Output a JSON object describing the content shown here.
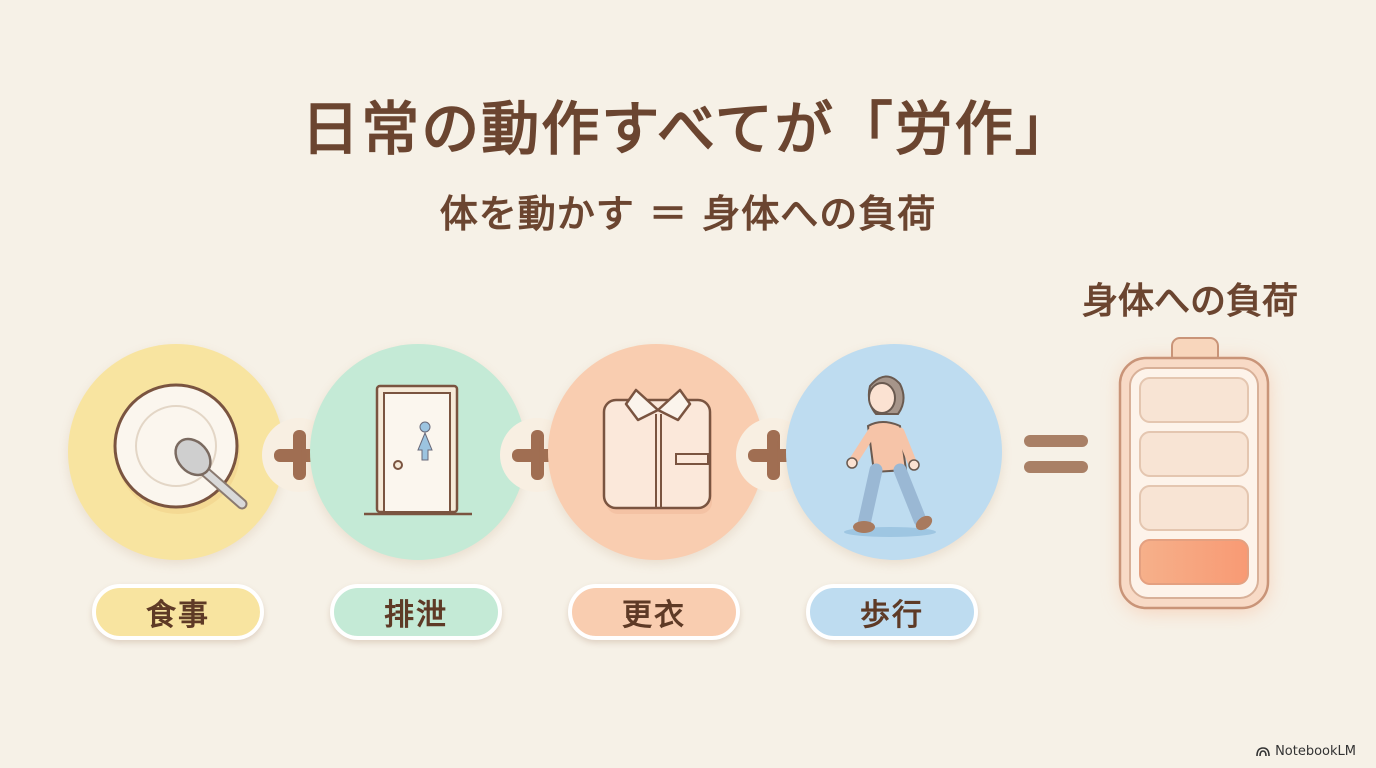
{
  "slide": {
    "title": "日常の動作すべてが「労作」",
    "subtitle": "体を動かす ＝ 身体への負荷",
    "load_label": "身体への負荷"
  },
  "activities": [
    {
      "label": "食事",
      "icon": "plate-spoon-icon",
      "color": "#f8e4a0"
    },
    {
      "label": "排泄",
      "icon": "restroom-door-icon",
      "color": "#c4ead6"
    },
    {
      "label": "更衣",
      "icon": "folded-shirt-icon",
      "color": "#f9cdb0"
    },
    {
      "label": "歩行",
      "icon": "walking-person-icon",
      "color": "#bedcf0"
    }
  ],
  "operators": {
    "plus": "+",
    "equals": "="
  },
  "battery": {
    "segments": 4,
    "filled_segment": "bottom",
    "glow_color": "#f7a27a"
  },
  "brand": {
    "name": "NotebookLM"
  },
  "colors": {
    "background": "#f6f1e7",
    "text": "#6b4530",
    "operator": "#a98066"
  }
}
